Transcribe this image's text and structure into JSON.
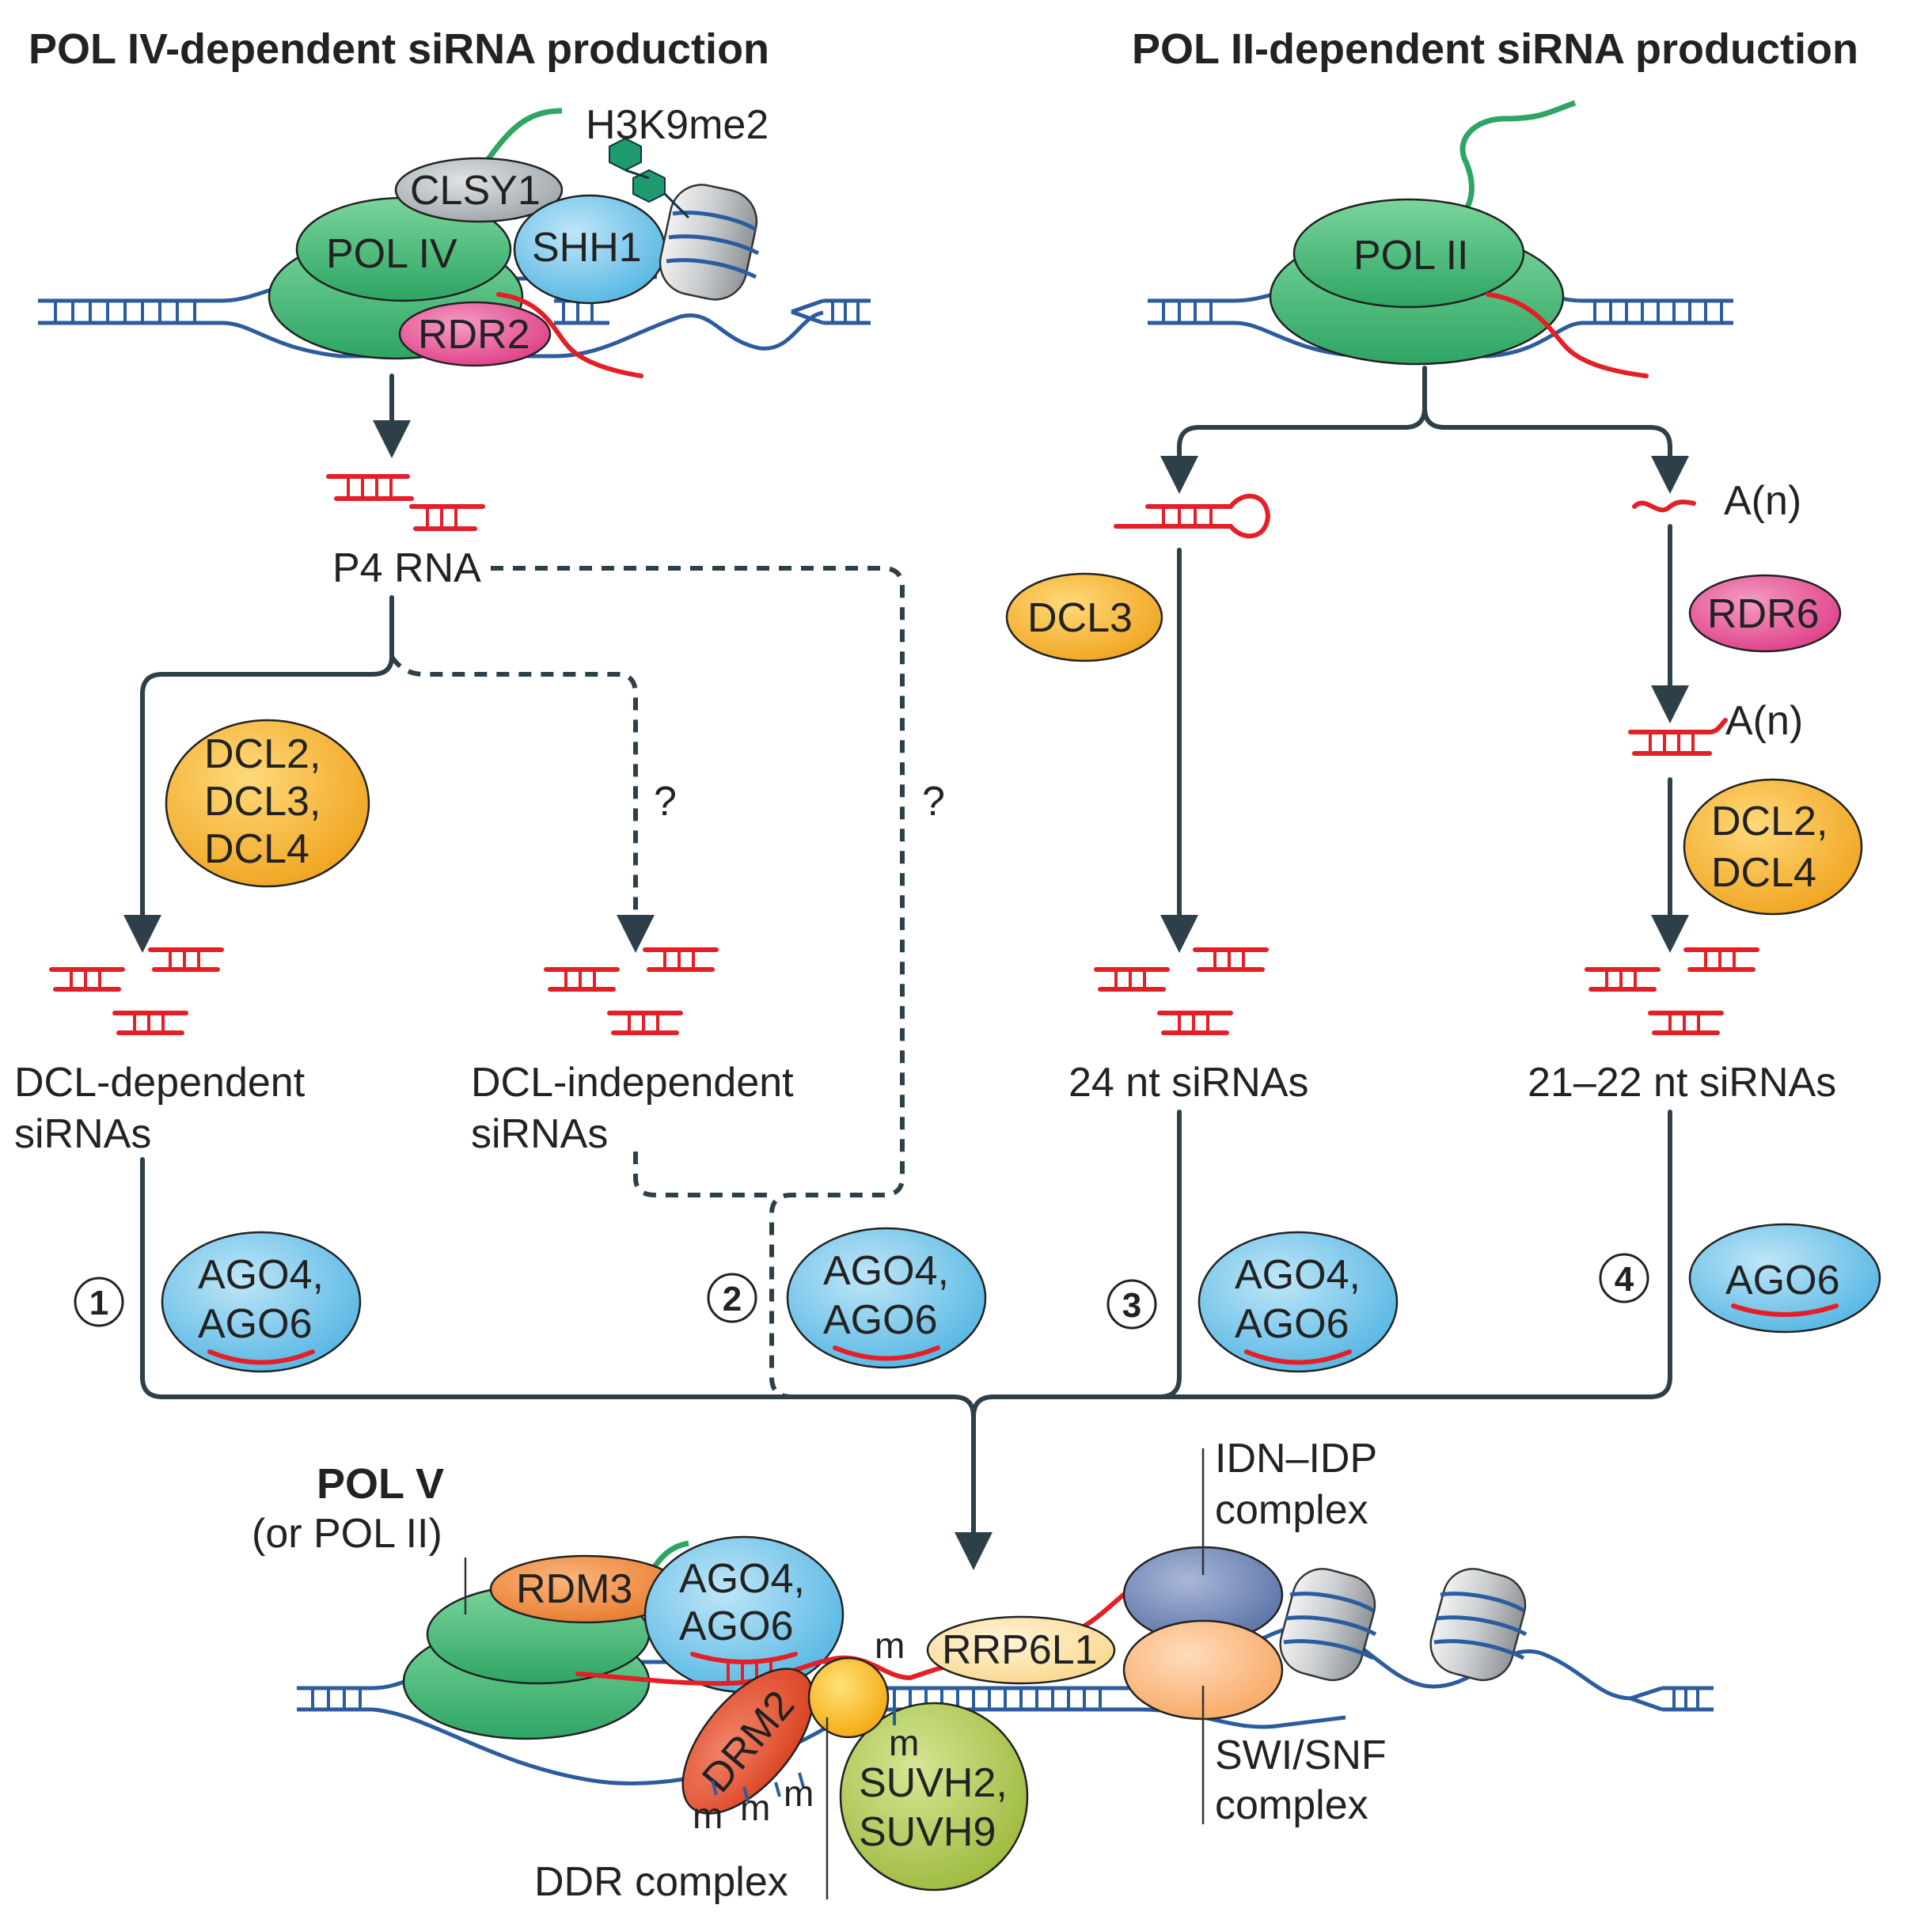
{
  "titles": {
    "left": "POL IV-dependent siRNA production",
    "right": "POL II-dependent siRNA production"
  },
  "proteins": {
    "clsy1": "CLSY1",
    "pol4": "POL IV",
    "shh1": "SHH1",
    "rdr2": "RDR2",
    "h3k9me2": "H3K9me2",
    "pol2": "POL II",
    "dcl3": "DCL3",
    "rdr6": "RDR6",
    "dcl234": [
      "DCL2,",
      "DCL3,",
      "DCL4"
    ],
    "dcl24": [
      "DCL2,",
      "DCL4"
    ],
    "ago46": [
      "AGO4,",
      "AGO6"
    ],
    "ago6": "AGO6",
    "rdm3": "RDM3",
    "drm2": "DRM2",
    "suvh": [
      "SUVH2,",
      "SUVH9"
    ],
    "rrp6l1": "RRP6L1"
  },
  "labels": {
    "p4rna": "P4 RNA",
    "an": "A(n)",
    "dcl_dep": [
      "DCL-dependent",
      "siRNAs"
    ],
    "dcl_indep": [
      "DCL-independent",
      "siRNAs"
    ],
    "nt24": "24 nt siRNAs",
    "nt2122": "21–22 nt siRNAs",
    "question": "?",
    "pol5": "POL V",
    "pol5_alt": "(or POL II)",
    "idn": [
      "IDN–IDP",
      "complex"
    ],
    "swisnf": [
      "SWI/SNF",
      "complex"
    ],
    "ddr": "DDR complex",
    "m": "m"
  },
  "steps": [
    "1",
    "2",
    "3",
    "4"
  ],
  "colors": {
    "pol_green": "#3dba73",
    "ago_blue": "#6fc4ea",
    "dcl_orange": "#f5b431",
    "rdr_pink": "#e7579a",
    "clsy_gray": "#b6bcc0",
    "rdm3_orange": "#f08a3c",
    "drm2_red": "#e2512f",
    "suvh_green": "#b3cb54",
    "rrp_cream": "#fde3a6",
    "idn_slate": "#6f86b6",
    "swi_peach": "#fbbe8a",
    "ddr_yellow": "#f9b81a",
    "dna": "#2b5c9e",
    "rna": "#e41f26",
    "arrow": "#2d3f48"
  }
}
